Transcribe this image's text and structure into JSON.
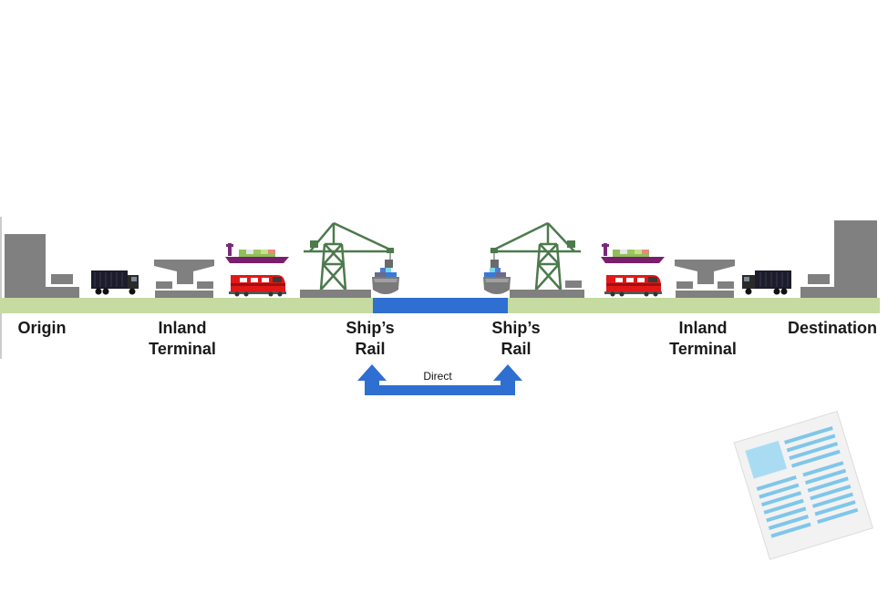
{
  "labels": {
    "origin": "Origin",
    "inland_left_1": "Inland",
    "inland_left_2": "Terminal",
    "ships_rail_left_1": "Ship’s",
    "ships_rail_left_2": "Rail",
    "ships_rail_right_1": "Ship’s",
    "ships_rail_right_2": "Rail",
    "inland_right_1": "Inland",
    "inland_right_2": "Terminal",
    "destination": "Destination",
    "direct": "Direct"
  },
  "icons": [
    "warehouse-icon",
    "truck-icon",
    "terminal-icon",
    "container-ship-icon",
    "train-icon",
    "crane-icon",
    "document-icon"
  ],
  "colors": {
    "ground": "#c5dba1",
    "water": "#2f6fd1",
    "arrow": "#2f6fd1",
    "building": "#808080",
    "train": "#e01818",
    "crane": "#4d7a4d",
    "document": "#7fc6ea"
  }
}
